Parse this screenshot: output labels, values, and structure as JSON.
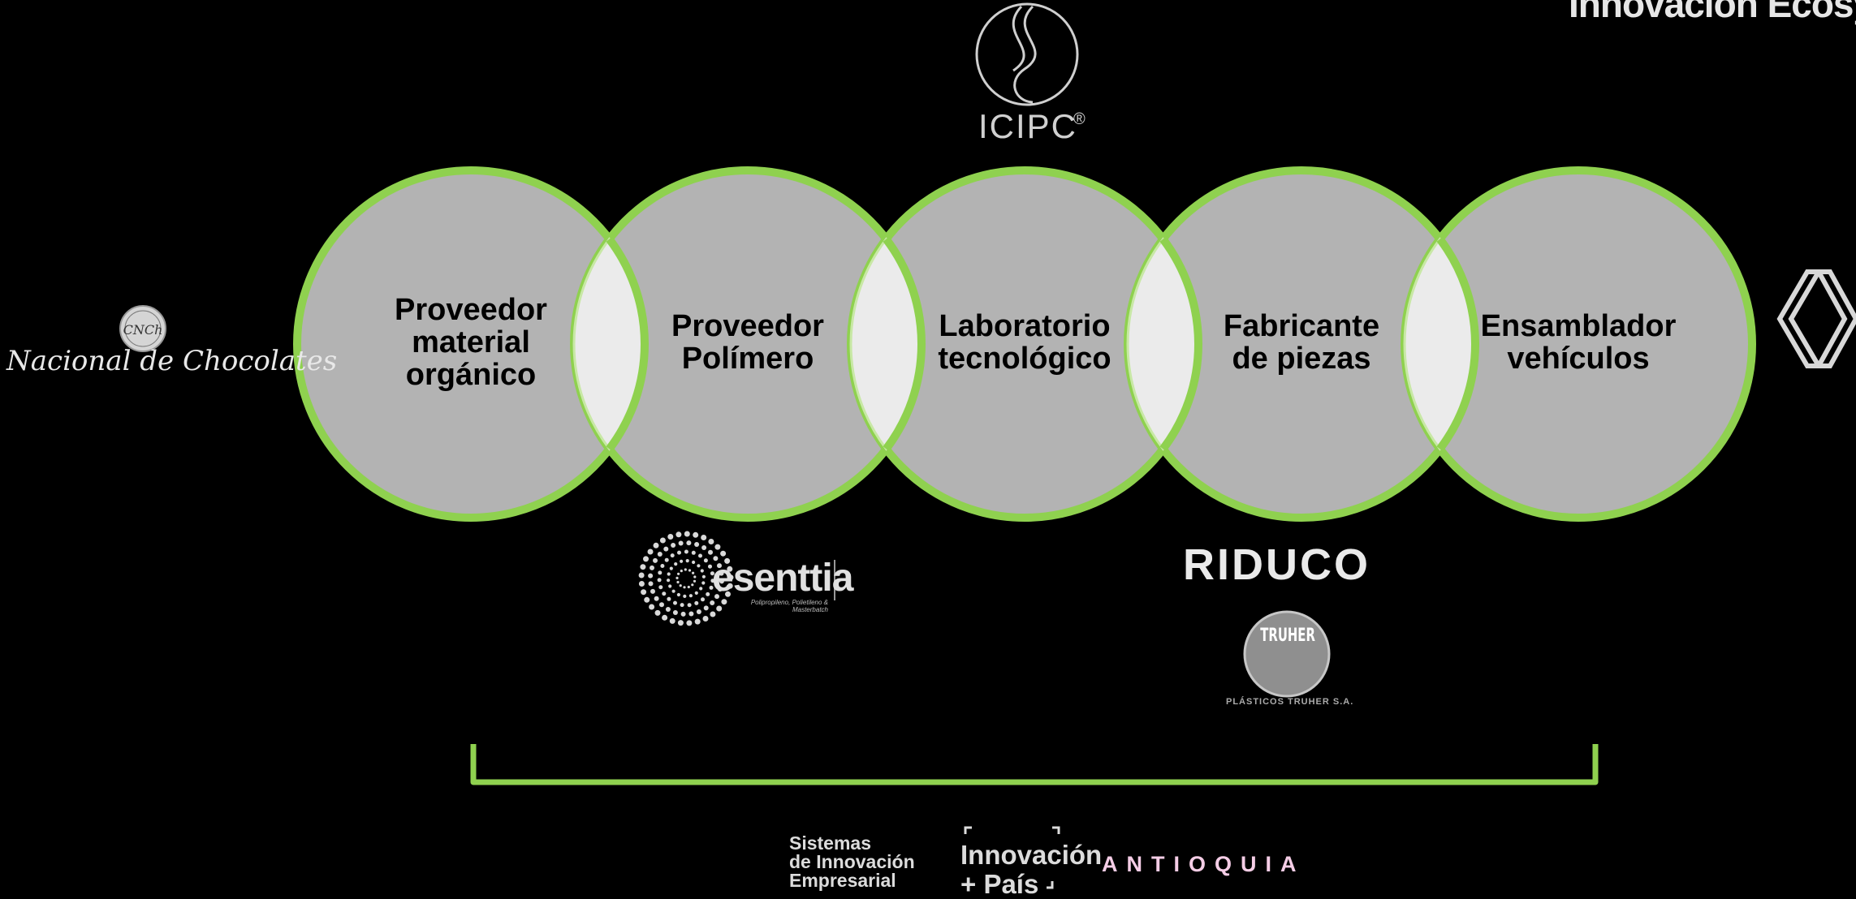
{
  "title": "Innovación Ecosyst",
  "colors": {
    "ring": "#8fd14f",
    "circle_fill": "#b3b3b3",
    "overlap_fill": "#ebebeb",
    "background": "#000000",
    "antioquia": "#f5cde6"
  },
  "circles": [
    {
      "lines": [
        "Proveedor",
        "material",
        "orgánico"
      ]
    },
    {
      "lines": [
        "Proveedor",
        "Polímero"
      ]
    },
    {
      "lines": [
        "Laboratorio",
        "tecnológico"
      ]
    },
    {
      "lines": [
        "Fabricante",
        "de piezas"
      ]
    },
    {
      "lines": [
        "Ensamblador",
        "vehículos"
      ]
    }
  ],
  "logos": {
    "nacional_chocolates": {
      "monogram": "CNCh",
      "wordmark": "Nacional de Chocolates"
    },
    "icipc": {
      "wordmark": "ICIPC",
      "mark": "®"
    },
    "esenttia": {
      "wordmark": "esenttia",
      "tagline": "Polipropileno, Polietileno & Masterbatch"
    },
    "riduco": {
      "wordmark": "RIDUCO"
    },
    "truher": {
      "mark": "TRUHER",
      "caption": "PLÁSTICOS TRUHER S.A."
    },
    "renault": {
      "icon": "renault-diamond-icon"
    }
  },
  "footer": {
    "sie_lines": [
      "Sistemas",
      "de Innovación",
      "Empresarial"
    ],
    "innovacion_lines": [
      "Innovación",
      "+ País"
    ],
    "antioquia": "ANTIOQUIA"
  }
}
